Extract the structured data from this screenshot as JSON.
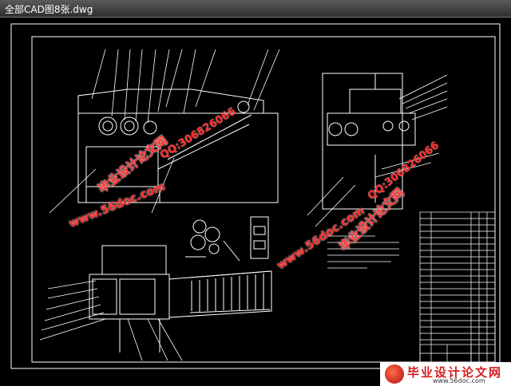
{
  "window": {
    "title": "全部CAD图8张.dwg"
  },
  "watermarks": {
    "site_url": "www.56doc.com",
    "qq": "QQ:306826066",
    "slogan": "毕业设计论文网"
  },
  "logo": {
    "title": "毕业设计论文网",
    "url": "www.56doc.com"
  },
  "colors": {
    "background": "#000000",
    "lines": "#ffffff",
    "watermark": "#ff2a2a",
    "titlebar": "#3c3c3c"
  }
}
